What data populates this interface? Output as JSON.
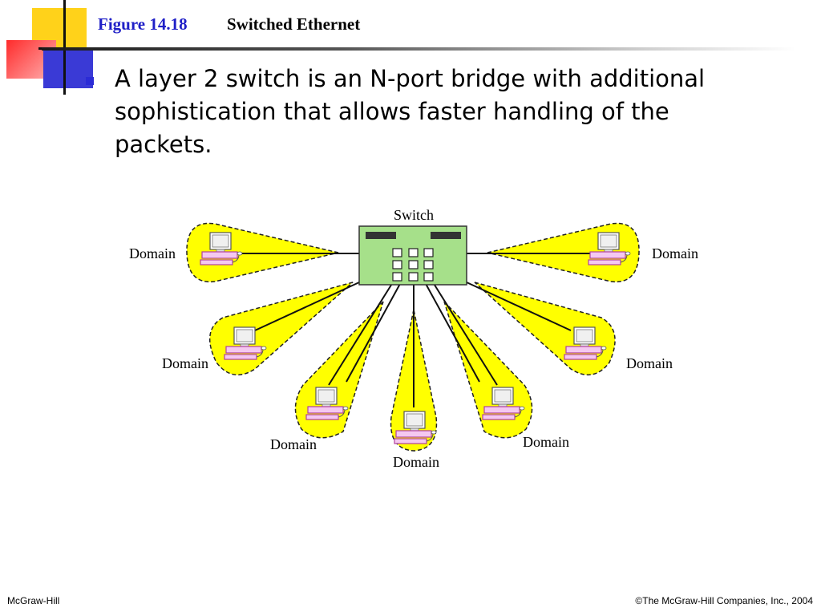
{
  "slide": {
    "figure_label": "Figure 14.18",
    "figure_title": "Switched Ethernet",
    "bullet": "A layer 2 switch is an N-port bridge with additional sophistication that allows faster handling of the packets."
  },
  "diagram": {
    "switch_label": "Switch",
    "domain_label": "Domain",
    "colors": {
      "domain_fill": "#ffff00",
      "switch_fill": "#a6e08a",
      "title_blue": "#1f1fc7"
    }
  },
  "footer": {
    "left": "McGraw-Hill",
    "right": "©The McGraw-Hill Companies, Inc., 2004"
  }
}
